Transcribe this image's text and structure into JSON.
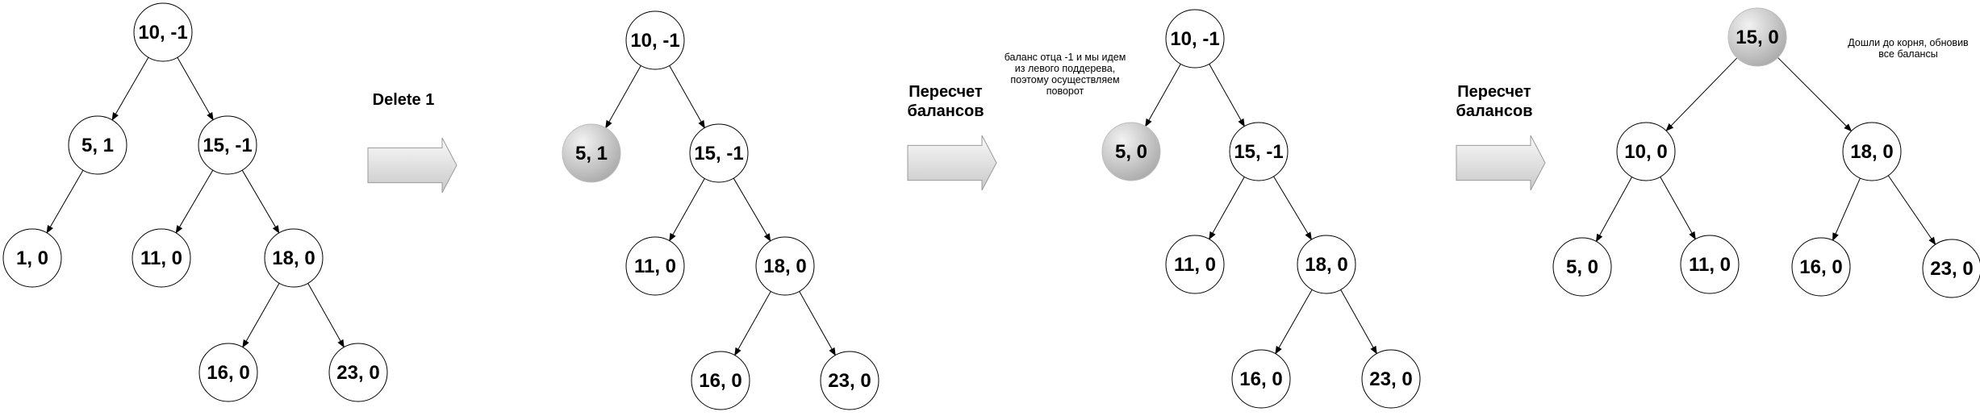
{
  "stages": [
    {
      "id": "stage1",
      "nodes": [
        {
          "id": "n10",
          "label": "10, -1",
          "highlight": false
        },
        {
          "id": "n5",
          "label": "5, 1",
          "highlight": false
        },
        {
          "id": "n15",
          "label": "15, -1",
          "highlight": false
        },
        {
          "id": "n1",
          "label": "1, 0",
          "highlight": false
        },
        {
          "id": "n11",
          "label": "11, 0",
          "highlight": false
        },
        {
          "id": "n18",
          "label": "18, 0",
          "highlight": false
        },
        {
          "id": "n16",
          "label": "16, 0",
          "highlight": false
        },
        {
          "id": "n23",
          "label": "23, 0",
          "highlight": false
        }
      ],
      "edges": [
        [
          "n10",
          "n5"
        ],
        [
          "n10",
          "n15"
        ],
        [
          "n5",
          "n1"
        ],
        [
          "n15",
          "n11"
        ],
        [
          "n15",
          "n18"
        ],
        [
          "n18",
          "n16"
        ],
        [
          "n18",
          "n23"
        ]
      ]
    },
    {
      "id": "stage2",
      "nodes": [
        {
          "id": "n10",
          "label": "10, -1",
          "highlight": false
        },
        {
          "id": "n5",
          "label": "5, 1",
          "highlight": true
        },
        {
          "id": "n15",
          "label": "15, -1",
          "highlight": false
        },
        {
          "id": "n11",
          "label": "11, 0",
          "highlight": false
        },
        {
          "id": "n18",
          "label": "18, 0",
          "highlight": false
        },
        {
          "id": "n16",
          "label": "16, 0",
          "highlight": false
        },
        {
          "id": "n23",
          "label": "23, 0",
          "highlight": false
        }
      ],
      "edges": [
        [
          "n10",
          "n5"
        ],
        [
          "n10",
          "n15"
        ],
        [
          "n15",
          "n11"
        ],
        [
          "n15",
          "n18"
        ],
        [
          "n18",
          "n16"
        ],
        [
          "n18",
          "n23"
        ]
      ]
    },
    {
      "id": "stage3",
      "nodes": [
        {
          "id": "n10",
          "label": "10, -1",
          "highlight": false
        },
        {
          "id": "n5",
          "label": "5, 0",
          "highlight": true
        },
        {
          "id": "n15",
          "label": "15, -1",
          "highlight": false
        },
        {
          "id": "n11",
          "label": "11, 0",
          "highlight": false
        },
        {
          "id": "n18",
          "label": "18, 0",
          "highlight": false
        },
        {
          "id": "n16",
          "label": "16, 0",
          "highlight": false
        },
        {
          "id": "n23",
          "label": "23, 0",
          "highlight": false
        }
      ],
      "edges": [
        [
          "n10",
          "n5"
        ],
        [
          "n10",
          "n15"
        ],
        [
          "n15",
          "n11"
        ],
        [
          "n15",
          "n18"
        ],
        [
          "n18",
          "n16"
        ],
        [
          "n18",
          "n23"
        ]
      ]
    },
    {
      "id": "stage4",
      "nodes": [
        {
          "id": "n15",
          "label": "15, 0",
          "highlight": true
        },
        {
          "id": "n10",
          "label": "10, 0",
          "highlight": false
        },
        {
          "id": "n18",
          "label": "18, 0",
          "highlight": false
        },
        {
          "id": "n5",
          "label": "5, 0",
          "highlight": false
        },
        {
          "id": "n11",
          "label": "11, 0",
          "highlight": false
        },
        {
          "id": "n16",
          "label": "16, 0",
          "highlight": false
        },
        {
          "id": "n23",
          "label": "23, 0",
          "highlight": false
        }
      ],
      "edges": [
        [
          "n15",
          "n10"
        ],
        [
          "n15",
          "n18"
        ],
        [
          "n10",
          "n5"
        ],
        [
          "n10",
          "n11"
        ],
        [
          "n18",
          "n16"
        ],
        [
          "n18",
          "n23"
        ]
      ]
    }
  ],
  "transitions": [
    {
      "id": "t1",
      "label_lines": [
        "Delete 1"
      ]
    },
    {
      "id": "t2",
      "label_lines": [
        "Пересчет",
        "балансов"
      ]
    },
    {
      "id": "t3",
      "label_lines": [
        "Пересчет",
        "балансов"
      ]
    }
  ],
  "notes": [
    {
      "id": "note1",
      "lines": [
        "баланс отца -1 и мы идем",
        "из левого поддерева,",
        "поэтому осуществляем",
        "поворот"
      ]
    },
    {
      "id": "note2",
      "lines": [
        "Дошли до корня, обновив",
        "все балансы"
      ]
    }
  ],
  "colors": {
    "node_fill": "#ffffff",
    "node_stroke": "#000000",
    "highlight_light": "#f2f2f2",
    "highlight_dark": "#a6a6a6",
    "arrow_light": "#fafafa",
    "arrow_dark": "#c8c8c8",
    "arrow_stroke": "#9a9a9a",
    "edge": "#000000"
  }
}
